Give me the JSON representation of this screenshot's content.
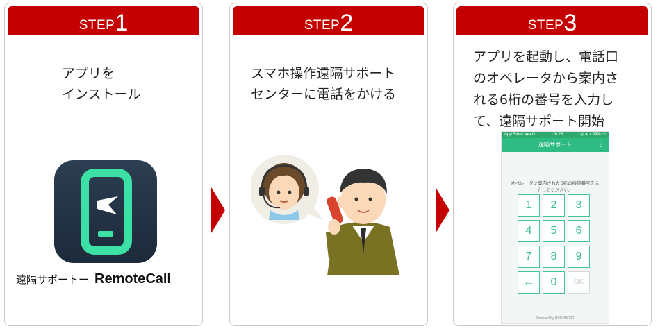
{
  "steps": [
    {
      "word": "STEP",
      "num": "1",
      "text": "アプリを\nインストール"
    },
    {
      "word": "STEP",
      "num": "2",
      "text": "スマホ操作遠隔サポート\nセンターに電話をかける"
    },
    {
      "word": "STEP",
      "num": "3",
      "text": "アプリを起動し、電話口\nのオペレータから案内さ\nれる6桁の番号を入力し\nて、遠隔サポート開始"
    }
  ],
  "app": {
    "name_jp": "遠隔サポートー",
    "name_en": "RemoteCall"
  },
  "phone": {
    "status_left": "App Store ▪▪▪ 4G",
    "status_time": "16:28",
    "status_right": "◎ ⊕ ▪ 99% ▭",
    "title": "遠隔サポート",
    "menu_icon": "⋮",
    "instruction": "オペレータに案内された6桁の接続番号を入\n力してください。",
    "keys": [
      "1",
      "2",
      "3",
      "4",
      "5",
      "6",
      "7",
      "8",
      "9",
      "←",
      "0",
      "OK"
    ],
    "powered": "Powered by RSUPPORT"
  },
  "colors": {
    "accent_red": "#c40000",
    "app_green": "#2fbc84",
    "key_green": "#3cbf95",
    "icon_bg": "#1f2d3d"
  }
}
